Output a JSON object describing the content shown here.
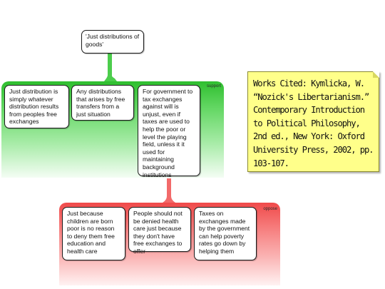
{
  "root": {
    "text": "'Just distributions of goods'"
  },
  "support": {
    "label": "support",
    "color": "#4ccd4c",
    "cards": [
      "Just distribution is simply whatever distribution results from peoples free exchanges",
      "Any distributions that arises by free transfers from a just situation",
      "For government to tax exchanges against will is unjust, even if taxes are used to help the poor or level the playing field, unless it it used for maintaining background institutions"
    ]
  },
  "oppose": {
    "label": "oppose",
    "color": "#f25a5a",
    "cards": [
      "Just because children are born poor is no reason to deny them free education and health care",
      "People should not be denied health care just because they don't have free exchanges to offer",
      "Taxes on exchanges made by the government can help poverty rates go down by helping them"
    ]
  },
  "note": {
    "text": "Works Cited: Kymlicka, W. “Nozick's Libertarianism.” Contemporary Introduction to Political Philosophy, 2nd ed., New York: Oxford University Press, 2002, pp. 103-107.",
    "color": "#ffff8a"
  }
}
